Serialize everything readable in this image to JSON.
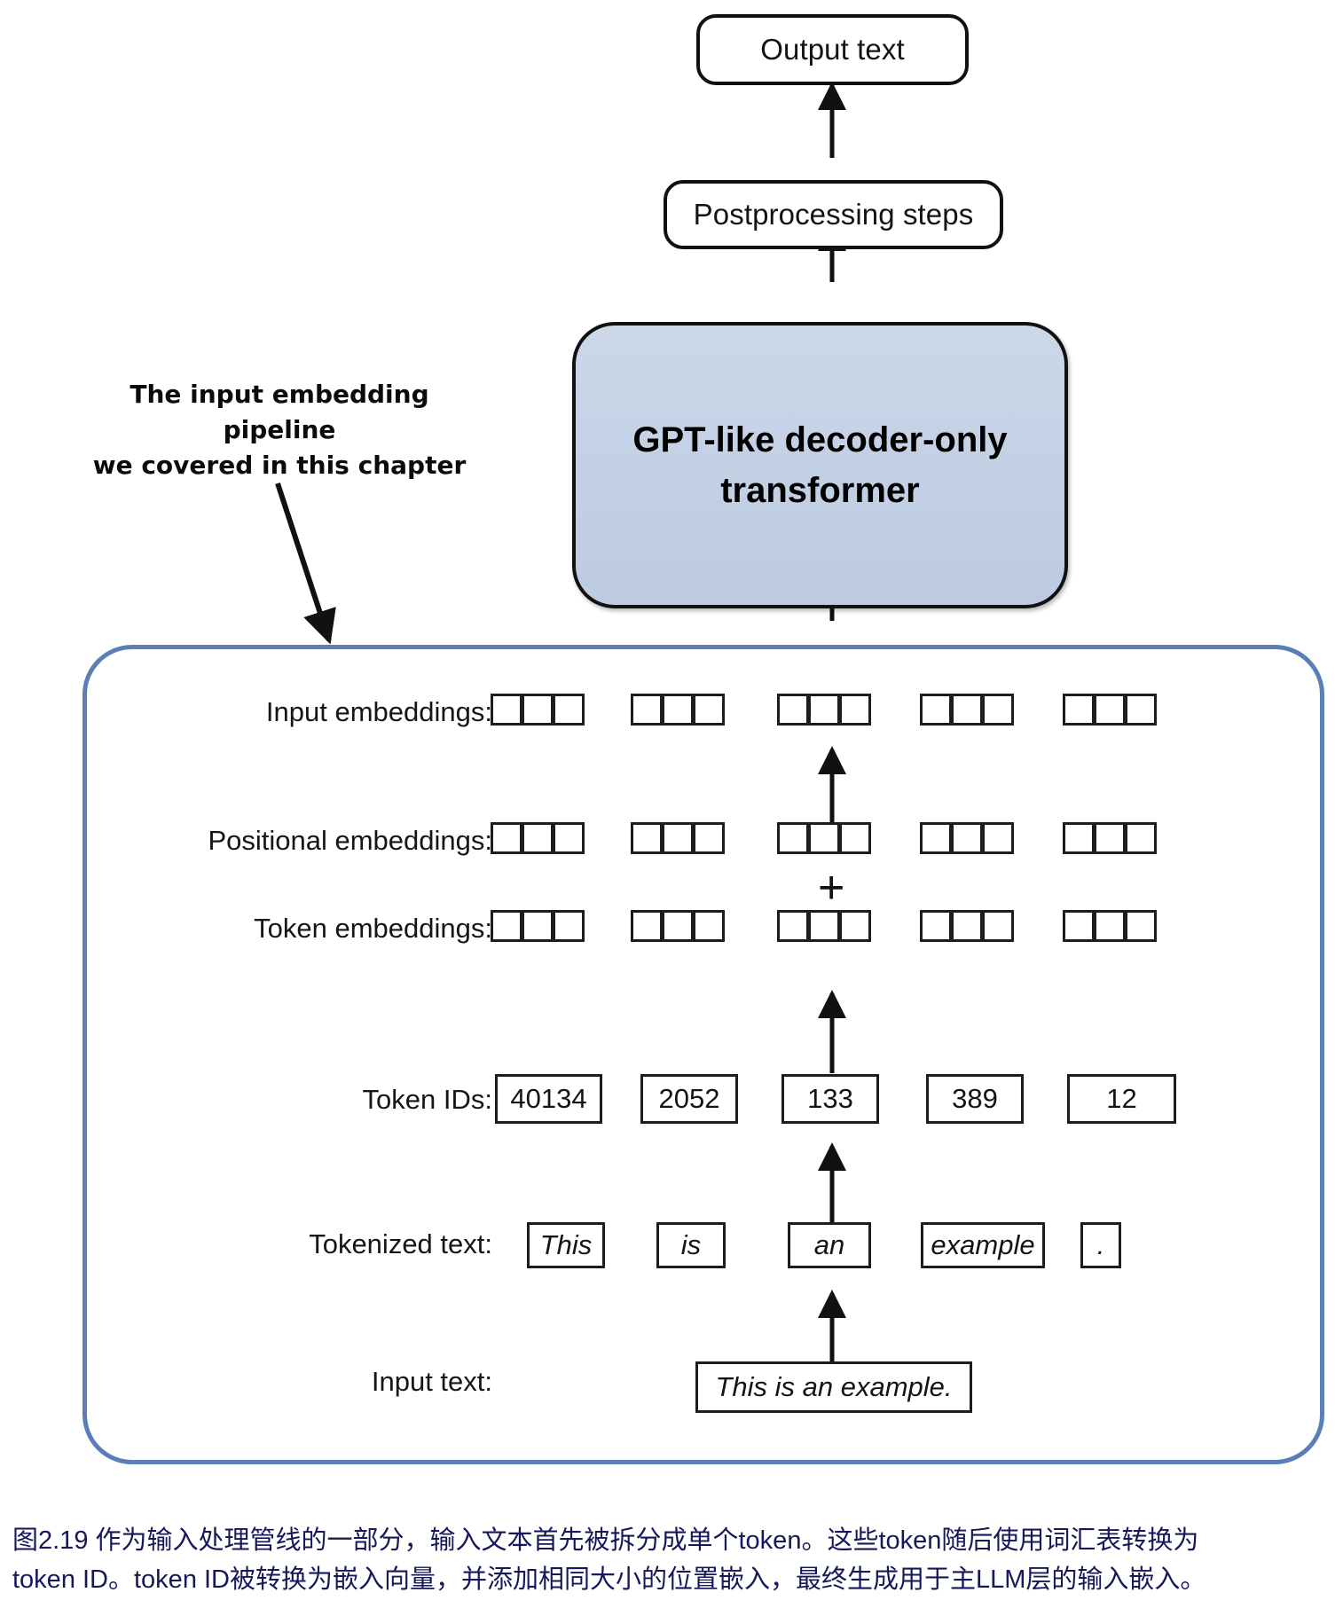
{
  "figure": {
    "id": "2.19",
    "caption_line1": "图2.19 作为输入处理管线的一部分，输入文本首先被拆分成单个token。这些token随后使用词汇表转换为",
    "caption_line2": "token ID。token ID被转换为嵌入向量，并添加相同大小的位置嵌入，最终生成用于主LLM层的输入嵌入。",
    "colors": {
      "container_border": "#5a7fb5",
      "transformer_fill": "#c3d0e4",
      "stroke": "#111111",
      "caption_text": "#16185a"
    }
  },
  "top_chain": {
    "output_text_label": "Output text",
    "postprocessing_label": "Postprocessing steps",
    "transformer_label": "GPT-like\ndecoder-only\ntransformer"
  },
  "annotation": {
    "text": "The input embedding pipeline\nwe covered in this chapter"
  },
  "rows": {
    "input_embeddings_label": "Input embeddings:",
    "positional_embeddings_label": "Positional embeddings:",
    "token_embeddings_label": "Token embeddings:",
    "token_ids_label": "Token IDs:",
    "tokenized_text_label": "Tokenized text:",
    "input_text_label": "Input text:"
  },
  "operators": {
    "plus": "+"
  },
  "embedding_cells_per_group": 3,
  "token_ids": [
    "40134",
    "2052",
    "133",
    "389",
    "12"
  ],
  "tokens": [
    "This",
    "is",
    "an",
    "example",
    "."
  ],
  "input_text": "This is an example."
}
